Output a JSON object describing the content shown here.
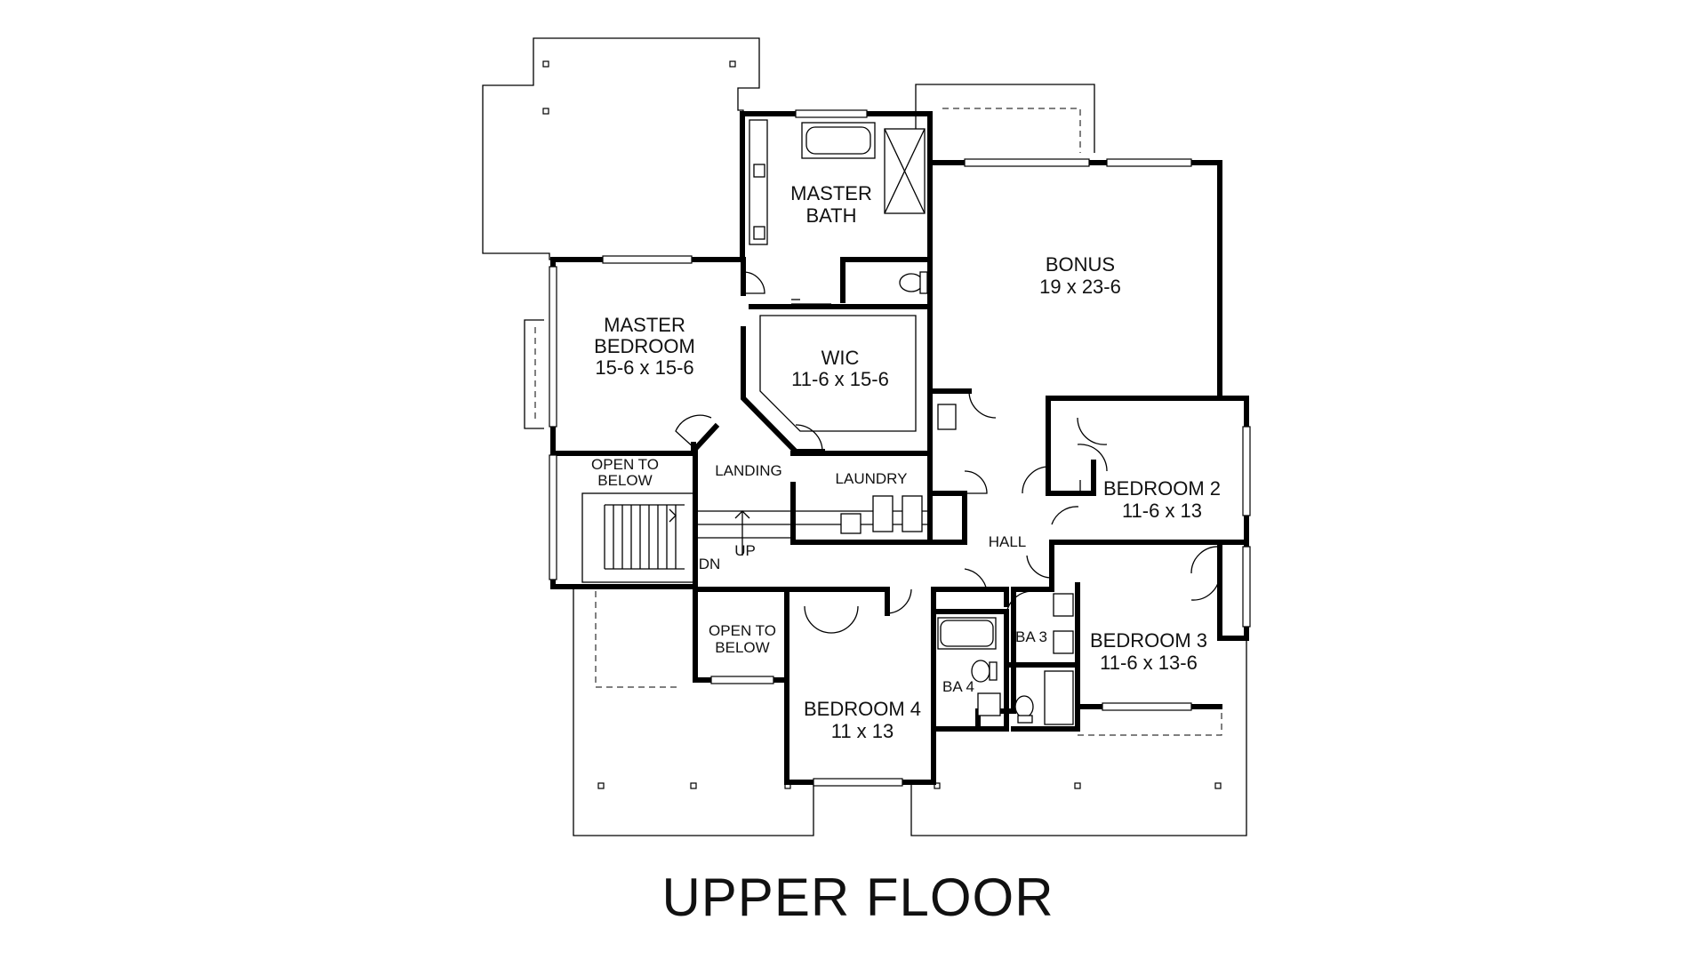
{
  "title": "UPPER FLOOR",
  "rooms": {
    "master_bath": {
      "name_line1": "MASTER",
      "name_line2": "BATH"
    },
    "bonus": {
      "name": "BONUS",
      "size": "19 x 23-6"
    },
    "master_bedroom": {
      "name_line1": "MASTER",
      "name_line2": "BEDROOM",
      "size": "15-6 x 15-6"
    },
    "wic": {
      "name": "WIC",
      "size": "11-6 x 15-6"
    },
    "open_to_below_1": {
      "line1": "OPEN TO",
      "line2": "BELOW"
    },
    "landing": {
      "name": "LANDING"
    },
    "laundry": {
      "name": "LAUNDRY"
    },
    "bedroom_2": {
      "name": "BEDROOM 2",
      "size": "11-6 x 13"
    },
    "hall": {
      "name": "HALL"
    },
    "up": {
      "name": "UP"
    },
    "dn": {
      "name": "DN"
    },
    "open_to_below_2": {
      "line1": "OPEN TO",
      "line2": "BELOW"
    },
    "ba3": {
      "name": "BA 3"
    },
    "bedroom_3": {
      "name": "BEDROOM 3",
      "size": "11-6 x 13-6"
    },
    "ba4": {
      "name": "BA 4"
    },
    "bedroom_4": {
      "name": "BEDROOM 4",
      "size": "11 x 13"
    }
  },
  "colors": {
    "ink": "#000000",
    "background": "#ffffff"
  }
}
